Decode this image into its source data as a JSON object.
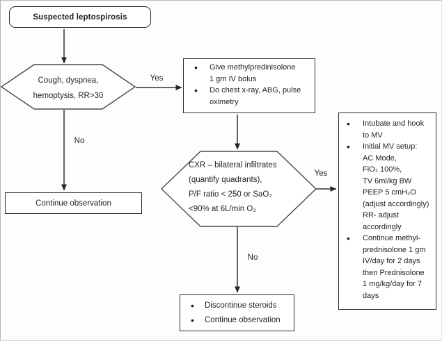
{
  "nodes": {
    "start": {
      "text": "Suspected leptospirosis"
    },
    "decision_symptoms": {
      "lines": [
        "Cough, dyspnea,",
        "hemoptysis, RR>30"
      ]
    },
    "initial_treatment": {
      "items": [
        "Give methylpredinisolone\n1 gm IV bolus",
        "Do chest x-ray, ABG, pulse\noximetry"
      ]
    },
    "decision_cxr": {
      "lines": [
        "CXR – bilateral infiltrates",
        "(quantify quadrants),",
        "P/F ratio < 250 or SaO₂",
        "<90% at 6L/min O₂"
      ]
    },
    "continue_observation": {
      "text": "Continue observation"
    },
    "mv_management": {
      "items": [
        "Intubate and hook\nto MV",
        "Initial MV setup:\nAC Mode,\nFiO₂ 100%,\nTV 6ml/kg BW\nPEEP 5 cmH₂O\n(adjust accordingly)\nRR- adjust\naccordingly",
        "Continue methyl-\nprednisolone 1 gm\nIV/day for 2 days\nthen Prednisolone\n1 mg/kg/day for 7\ndays"
      ]
    },
    "stop_steroids": {
      "items": [
        "Discontinue steroids",
        "Continue observation"
      ]
    }
  },
  "edge_labels": {
    "symptoms_yes": "Yes",
    "symptoms_no": "No",
    "cxr_yes": "Yes",
    "cxr_no": "No"
  },
  "colors": {
    "line": "#303030",
    "box_border": "#2b2b2b",
    "hex_border": "#4a4a4a",
    "text": "#1f1f1f",
    "background": "#fdfdfd"
  }
}
